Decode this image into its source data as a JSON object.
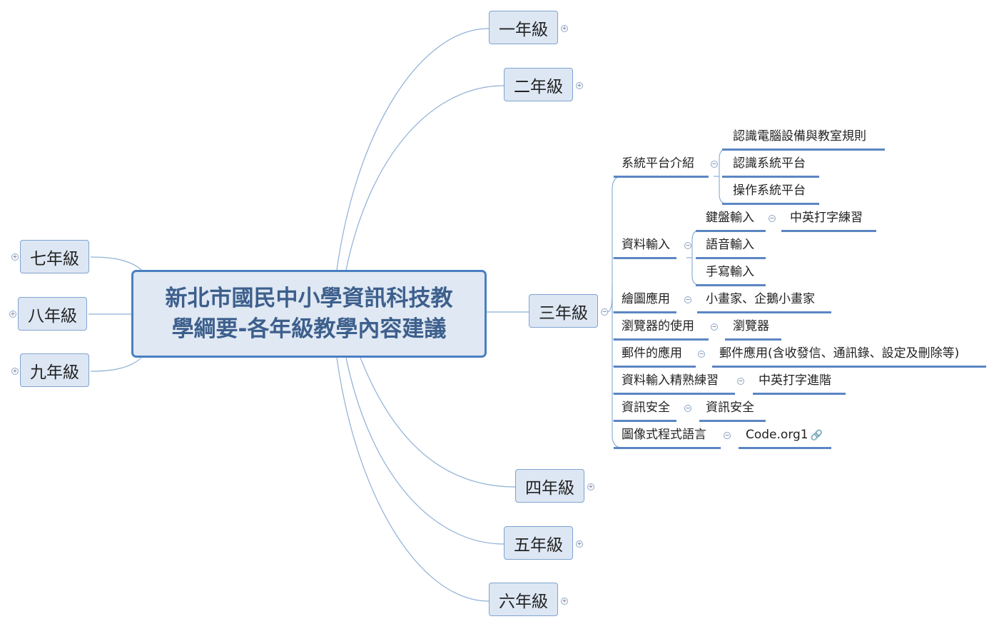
{
  "central": {
    "line1": "新北市國民中小學資訊科技教",
    "line2": "學綱要-各年級教學內容建議"
  },
  "grades": {
    "g1": "一年級",
    "g2": "二年級",
    "g3": "三年級",
    "g4": "四年級",
    "g5": "五年級",
    "g6": "六年級",
    "g7": "七年級",
    "g8": "八年級",
    "g9": "九年級"
  },
  "grade3": {
    "topics": [
      {
        "label": "系統平台介紹",
        "children": [
          "認識電腦設備與教室規則",
          "認識系統平台",
          "操作系統平台"
        ]
      },
      {
        "label": "資料輸入",
        "children": [
          "鍵盤輸入",
          "語音輸入",
          "手寫輸入"
        ],
        "sub": "中英打字練習"
      },
      {
        "label": "繪圖應用",
        "children": [
          "小畫家、企鵝小畫家"
        ]
      },
      {
        "label": "瀏覽器的使用",
        "children": [
          "瀏覽器"
        ]
      },
      {
        "label": "郵件的應用",
        "children": [
          "郵件應用(含收發信、通訊錄、設定及刪除等)"
        ]
      },
      {
        "label": "資料輸入精熟練習",
        "children": [
          "中英打字進階"
        ]
      },
      {
        "label": "資訊安全",
        "children": [
          "資訊安全"
        ]
      },
      {
        "label": "圖像式程式語言",
        "children": [
          "Code.org1"
        ],
        "child_icon": "link-icon"
      }
    ]
  },
  "icons": {
    "expand": "+",
    "collapse": "−",
    "link": "🔗"
  },
  "colors": {
    "central_border": "#4a7fc1",
    "central_text": "#3d5f8c",
    "node_fill": "#dde7f3",
    "line": "#5b86c3"
  }
}
